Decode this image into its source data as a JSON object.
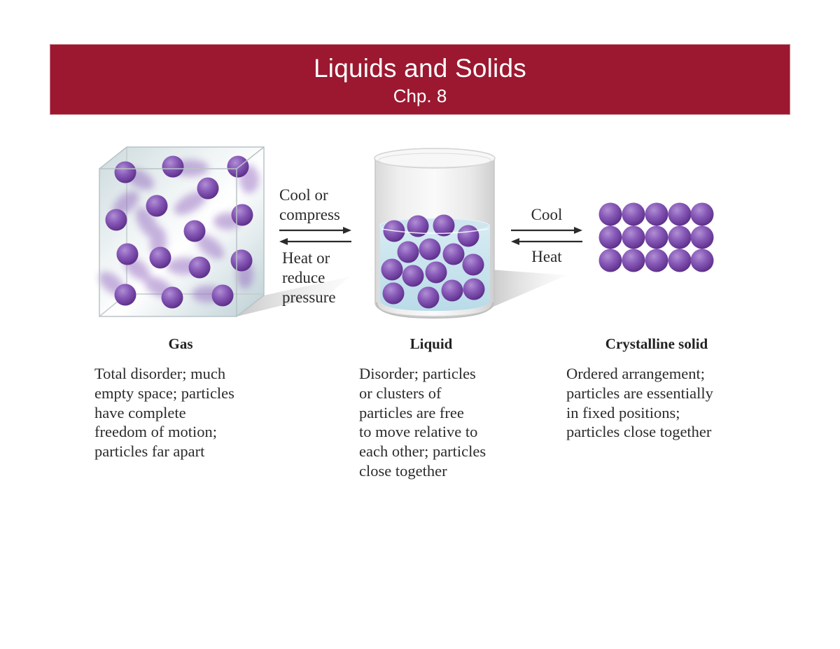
{
  "slide": {
    "title": "Liquids and Solids",
    "subtitle": "Chp. 8",
    "banner_color": "#9b1830"
  },
  "figure": {
    "particle_color": "#7b4aa8",
    "transitions": [
      {
        "id": "gas-liquid",
        "forward_label_lines": [
          "Cool or",
          "compress"
        ],
        "reverse_label_lines": [
          "Heat or",
          "reduce",
          "pressure"
        ]
      },
      {
        "id": "liquid-solid",
        "forward_label": "Cool",
        "reverse_label": "Heat"
      }
    ],
    "states": [
      {
        "name": "Gas",
        "description_lines": [
          "Total disorder; much",
          "empty space; particles",
          "have complete",
          "freedom of motion;",
          "particles far apart"
        ],
        "particle_count": 15
      },
      {
        "name": "Liquid",
        "description_lines": [
          "Disorder; particles",
          "or clusters of",
          "particles are free",
          "to move relative to",
          "each other; particles",
          "close together"
        ],
        "particle_count": 15
      },
      {
        "name": "Crystalline solid",
        "description_lines": [
          "Ordered arrangement;",
          "particles are essentially",
          "in fixed positions;",
          "particles close together"
        ],
        "particle_count": 15
      }
    ]
  }
}
